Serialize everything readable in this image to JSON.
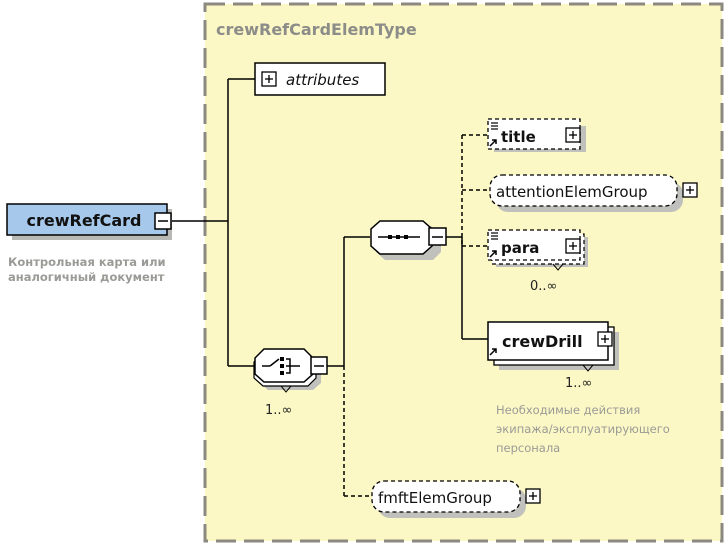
{
  "complex_type": {
    "name": "crewRefCardElemType",
    "frame_color": "#fbf8c5",
    "border_color": "#8a8a80"
  },
  "root": {
    "name": "crewRefCard",
    "description_line1": "Контрольная карта или",
    "description_line2": "аналогичный документ",
    "fill_color": "#a5c8eb",
    "expander": "minus"
  },
  "attributes": {
    "label": "attributes",
    "expander": "plus"
  },
  "choice": {
    "kind": "choice",
    "cardinality": "1..∞",
    "expander": "minus"
  },
  "sequence": {
    "kind": "sequence",
    "expander": "minus"
  },
  "children": [
    {
      "name": "title",
      "kind": "element-ref",
      "optional": true,
      "expander": "plus"
    },
    {
      "name": "attentionElemGroup",
      "kind": "group",
      "optional": true,
      "expander": "plus"
    },
    {
      "name": "para",
      "kind": "element-ref",
      "optional": true,
      "cardinality": "0..∞",
      "expander": "plus"
    },
    {
      "name": "crewDrill",
      "kind": "element-ref",
      "optional": false,
      "cardinality": "1..∞",
      "expander": "plus",
      "description_line1": "Необходимые действия",
      "description_line2": "экипажа/эксплуатирующего",
      "description_line3": "персонала"
    }
  ],
  "choice_children": [
    {
      "name": "fmftElemGroup",
      "kind": "group",
      "optional": true,
      "expander": "plus"
    }
  ]
}
